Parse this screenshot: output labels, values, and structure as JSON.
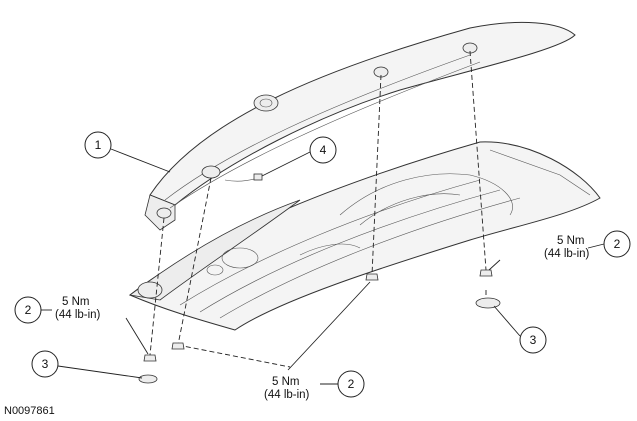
{
  "figure_id": "N0097861",
  "callouts": [
    {
      "id": "callout-1",
      "number": "1"
    },
    {
      "id": "callout-4",
      "number": "4"
    },
    {
      "id": "callout-2-right",
      "number": "2"
    },
    {
      "id": "callout-2-left",
      "number": "2"
    },
    {
      "id": "callout-2-bottom",
      "number": "2"
    },
    {
      "id": "callout-3-left",
      "number": "3"
    },
    {
      "id": "callout-3-right",
      "number": "3"
    }
  ],
  "torque_specs": [
    {
      "id": "torque-right",
      "nm": "5 Nm",
      "lbin": "(44 lb-in)"
    },
    {
      "id": "torque-left",
      "nm": "5 Nm",
      "lbin": "(44 lb-in)"
    },
    {
      "id": "torque-bottom",
      "nm": "5 Nm",
      "lbin": "(44 lb-in)"
    }
  ]
}
